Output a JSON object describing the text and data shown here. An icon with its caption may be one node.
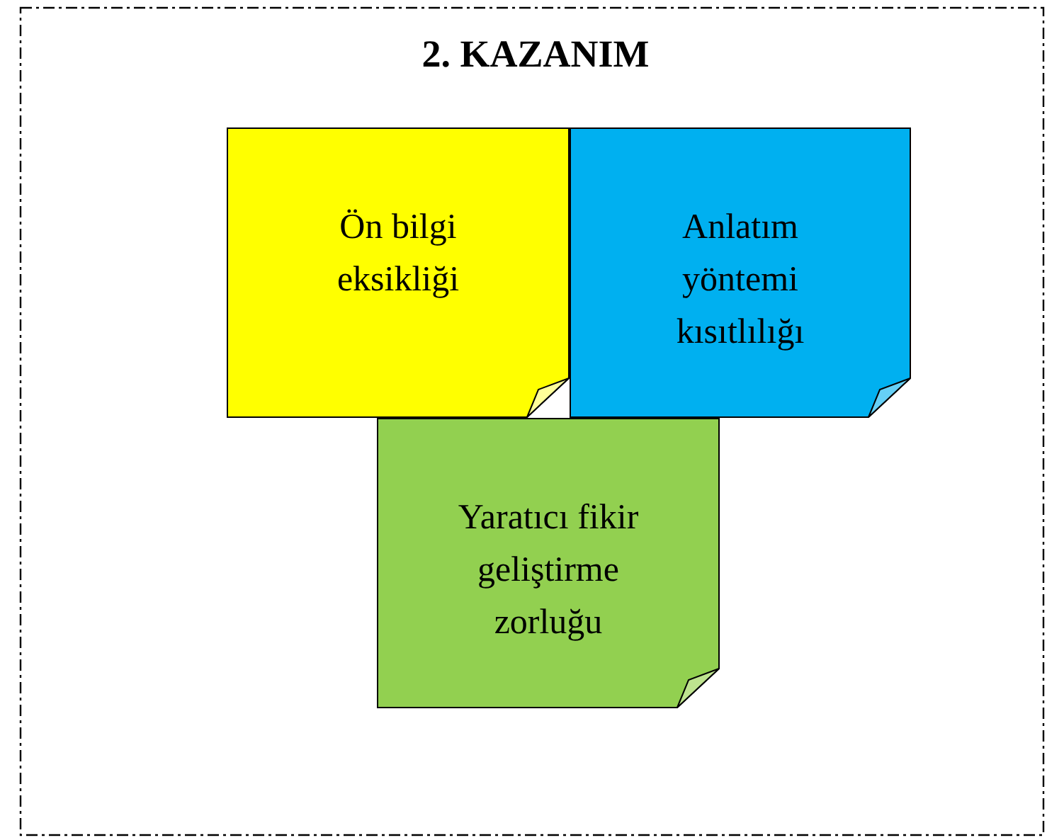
{
  "diagram": {
    "title": "2. KAZANIM",
    "nodes": [
      {
        "text": [
          "Ön bilgi eksikliği"
        ]
      },
      {
        "text": [
          "Anlatım yöntemi kısıtlılığı"
        ]
      },
      {
        "text": [
          "Yaratıcı fikir geliştirme zorluğu"
        ]
      }
    ]
  }
}
